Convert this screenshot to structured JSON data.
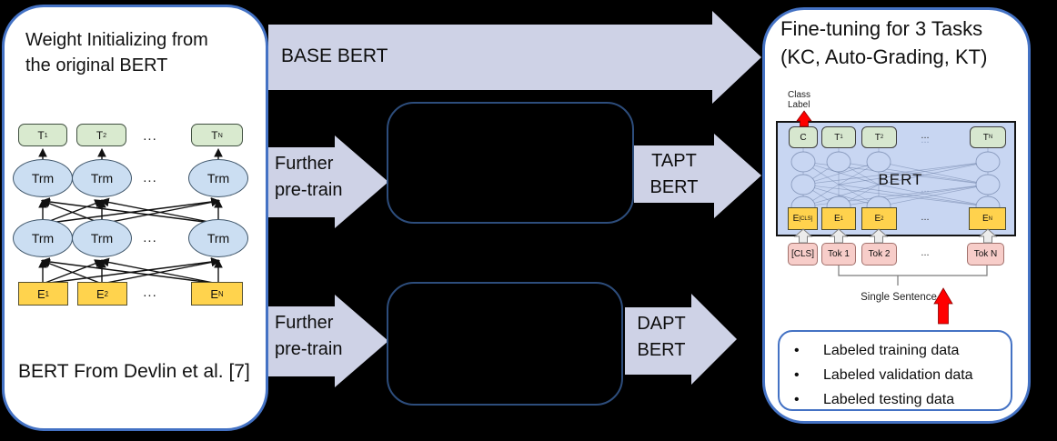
{
  "ellipsis": "...",
  "left_panel": {
    "title": "Weight Initializing from\nthe original BERT",
    "caption": "BERT From Devlin et al. [7]",
    "diagram": {
      "outputs": [
        {
          "m": "T",
          "s": "1"
        },
        {
          "m": "T",
          "s": "2"
        },
        {
          "m": "T",
          "s": "N"
        }
      ],
      "trm": "Trm",
      "inputs": [
        {
          "m": "E",
          "s": "1"
        },
        {
          "m": "E",
          "s": "2"
        },
        {
          "m": "E",
          "s": "N"
        }
      ]
    }
  },
  "flow": {
    "base_arrow": "BASE BERT",
    "further_top": "Further\npre-train",
    "further_bottom": "Further\npre-train",
    "tapt_arrow": "TAPT\nBERT",
    "dapt_arrow": "DAPT\nBERT"
  },
  "right_panel": {
    "title": "Fine-tuning for 3 Tasks\n(KC, Auto-Grading, KT)",
    "class_label": "Class\nLabel",
    "bert": {
      "name": "BERT",
      "outputs": [
        {
          "m": "C",
          "s": ""
        },
        {
          "m": "T",
          "s": "1"
        },
        {
          "m": "T",
          "s": "2"
        },
        {
          "m": "T",
          "s": "N"
        }
      ],
      "embeddings": [
        {
          "m": "E",
          "s": "[CLS]"
        },
        {
          "m": "E",
          "s": "1"
        },
        {
          "m": "E",
          "s": "2"
        },
        {
          "m": "E",
          "s": "N"
        }
      ],
      "tokens": [
        "[CLS]",
        "Tok 1",
        "Tok 2",
        "Tok N"
      ]
    },
    "single_sentence": "Single Sentence",
    "bullet": "•",
    "data_list": [
      "Labeled training data",
      "Labeled validation data",
      "Labeled testing data"
    ]
  },
  "colors": {
    "background": "#000000",
    "panel_border": "#4472C4",
    "inner_box_border": "#2d4d7c",
    "arrow_fill": "#CED2E6",
    "green_box": "#D9EACF",
    "blue_oval": "#CBDEF2",
    "yellow_box": "#FFD34D",
    "bert_rect": "#C8D6F2",
    "pink_box": "#F7CDC9",
    "red_arrow": "#FF0000"
  }
}
